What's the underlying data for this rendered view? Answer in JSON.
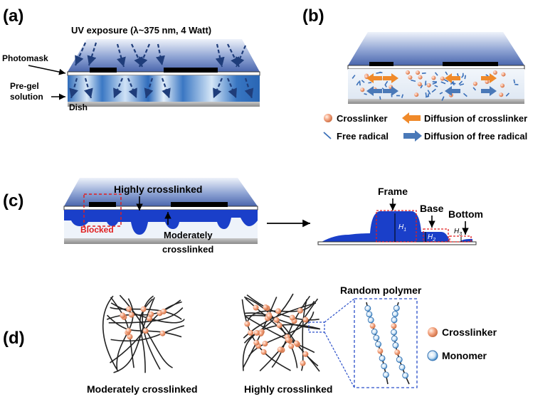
{
  "panels": {
    "a": {
      "label": "(a)",
      "uv_text": "UV exposure (λ~375 nm, 4 Watt)",
      "photomask": "Photomask",
      "pregel_line1": "Pre-gel",
      "pregel_line2": "solution",
      "dish": "Dish"
    },
    "b": {
      "label": "(b)",
      "legend_crosslinker": "Crosslinker",
      "legend_diffusion_crosslinker": "Diffusion of crosslinker",
      "legend_free_radical": "Free radical",
      "legend_diffusion_free_radical": "Diffusion of free radical"
    },
    "c": {
      "label": "(c)",
      "highly": "Highly crosslinked",
      "blocked": "Blocked",
      "moderately_line1": "Moderately",
      "moderately_line2": "crosslinked",
      "frame": "Frame",
      "base": "Base",
      "bottom": "Bottom",
      "h1": "H",
      "h1_sub": "1",
      "h2": "H",
      "h2_sub": "2",
      "h3": "H",
      "h3_sub": "3"
    },
    "d": {
      "label": "(d)",
      "random_polymer": "Random polymer",
      "legend_crosslinker": "Crosslinker",
      "legend_monomer": "Monomer",
      "moderately": "Moderately crosslinked",
      "highly": "Highly crosslinked"
    }
  },
  "colors": {
    "glass_top": "#e6edf8",
    "glass_bottom": "#5470b2",
    "hydrogel": "#1a3fc9",
    "crosslinker": "#f4a582",
    "orange_arrow": "#f08a2a",
    "blue_arrow": "#4a79b8",
    "blocked_red": "#e02020"
  }
}
